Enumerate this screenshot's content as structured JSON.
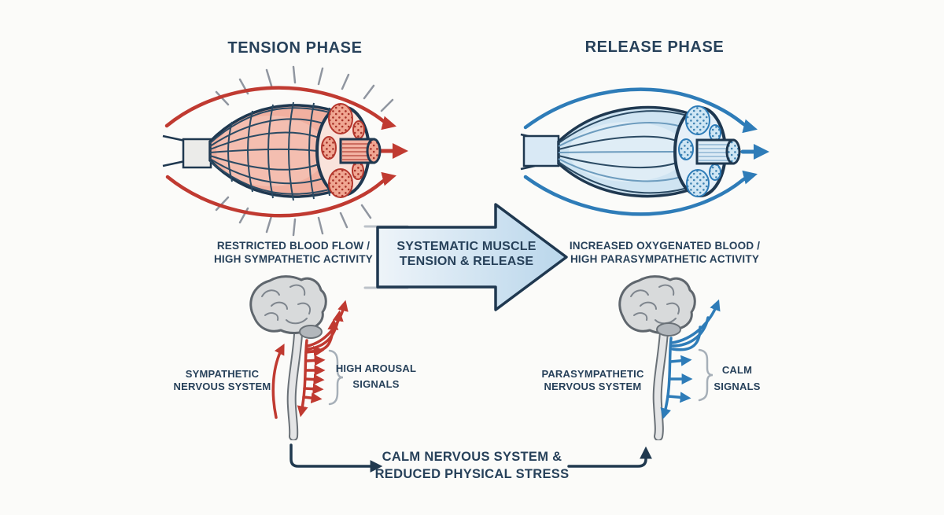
{
  "header": {
    "tension_title": "TENSION PHASE",
    "release_title": "RELEASE PHASE"
  },
  "tension": {
    "caption_line1": "RESTRICTED BLOOD FLOW /",
    "caption_line2": "HIGH SYMPATHETIC ACTIVITY",
    "ns_label_line1": "SYMPATHETIC",
    "ns_label_line2": "NERVOUS SYSTEM",
    "signals_line1": "HIGH AROUSAL",
    "signals_line2": "SIGNALS"
  },
  "release": {
    "caption_line1": "INCREASED OXYGENATED BLOOD /",
    "caption_line2": "HIGH PARASYMPATHETIC ACTIVITY",
    "ns_label_line1": "PARASYMPATHETIC",
    "ns_label_line2": "NERVOUS SYSTEM",
    "signals_line1": "CALM",
    "signals_line2": "SIGNALS"
  },
  "center_arrow": {
    "line1": "SYSTEMATIC MUSCLE",
    "line2": "TENSION & RELEASE"
  },
  "footer": {
    "line1": "CALM NERVOUS SYSTEM &",
    "line2": "REDUCED PHYSICAL STRESS"
  },
  "colors": {
    "background": "#fbfbf9",
    "navy_text": "#27415a",
    "outline_navy": "#1f3850",
    "tension_red": "#c03a31",
    "muscle_pink": "#f1b0a0",
    "release_blue": "#2e7cb8",
    "muscle_light_blue": "#cfe4f2",
    "brain_gray": "#d8dadb",
    "spike_gray": "#9096a0",
    "brace_gray": "#a6afb8"
  }
}
